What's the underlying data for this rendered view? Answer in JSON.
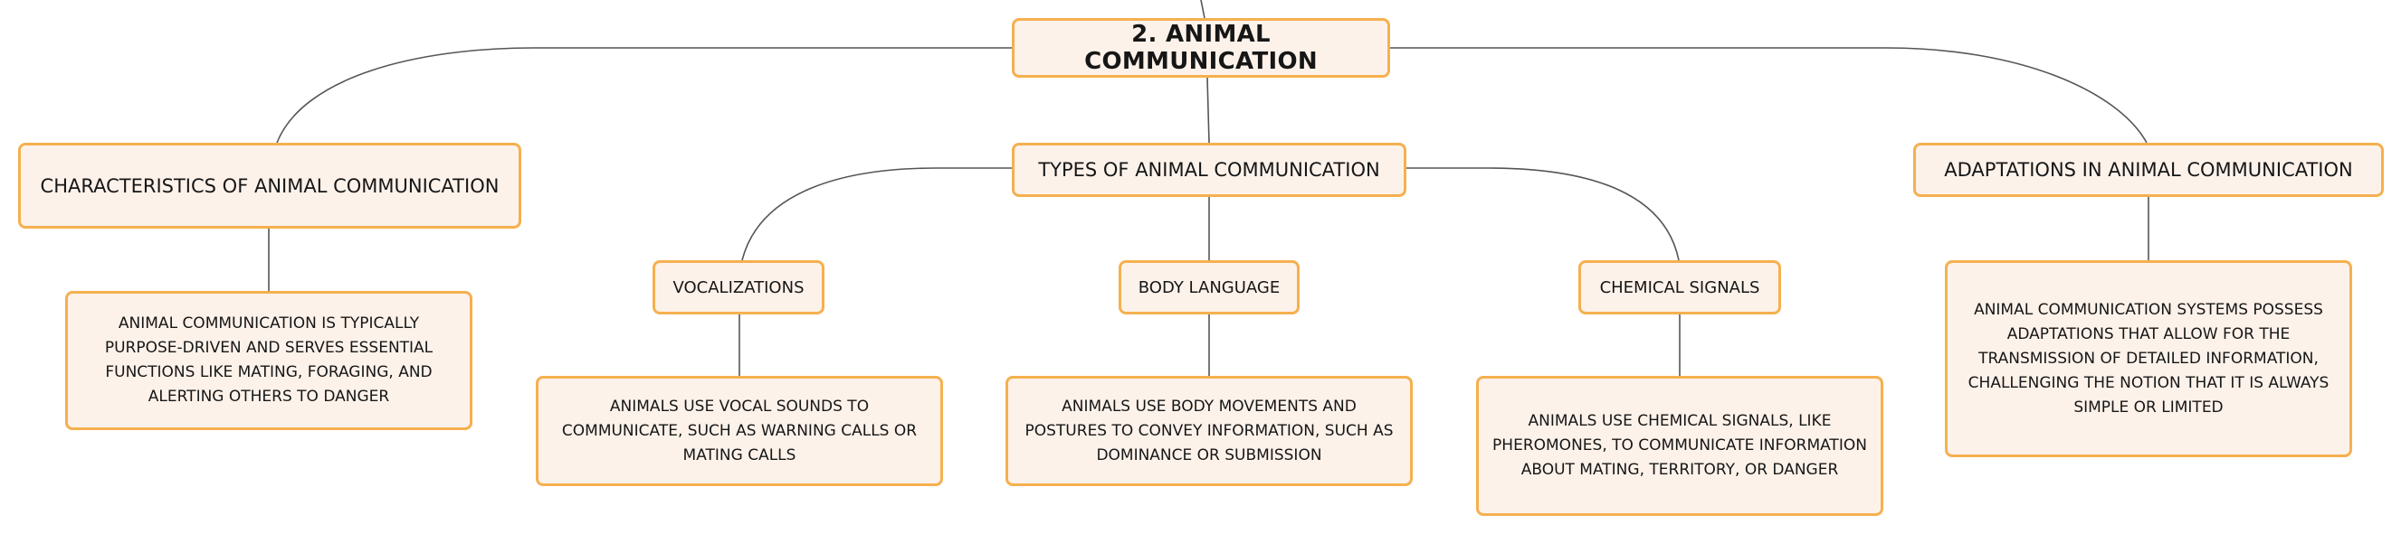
{
  "diagram": {
    "root": {
      "label": "2. ANIMAL COMMUNICATION"
    },
    "characteristics": {
      "label": "CHARACTERISTICS OF ANIMAL COMMUNICATION",
      "detail": "ANIMAL COMMUNICATION IS TYPICALLY PURPOSE-DRIVEN AND SERVES ESSENTIAL FUNCTIONS LIKE MATING, FORAGING, AND ALERTING OTHERS TO DANGER"
    },
    "types": {
      "label": "TYPES OF ANIMAL COMMUNICATION",
      "vocalizations": {
        "label": "VOCALIZATIONS",
        "detail": "ANIMALS USE VOCAL SOUNDS TO COMMUNICATE, SUCH AS WARNING CALLS OR MATING CALLS"
      },
      "body_language": {
        "label": "BODY LANGUAGE",
        "detail": "ANIMALS USE BODY MOVEMENTS AND POSTURES TO CONVEY INFORMATION, SUCH AS DOMINANCE OR SUBMISSION"
      },
      "chemical_signals": {
        "label": "CHEMICAL SIGNALS",
        "detail": "ANIMALS USE CHEMICAL SIGNALS, LIKE PHEROMONES, TO COMMUNICATE INFORMATION ABOUT MATING, TERRITORY, OR DANGER"
      }
    },
    "adaptations": {
      "label": "ADAPTATIONS IN ANIMAL COMMUNICATION",
      "detail": "ANIMAL COMMUNICATION SYSTEMS POSSESS ADAPTATIONS THAT ALLOW FOR THE TRANSMISSION OF DETAILED INFORMATION, CHALLENGING THE NOTION THAT IT IS ALWAYS SIMPLE OR LIMITED"
    }
  },
  "colors": {
    "node_fill": "#fdf2ea",
    "node_border": "#f5b04f",
    "connector": "#555555",
    "text": "#161616"
  }
}
